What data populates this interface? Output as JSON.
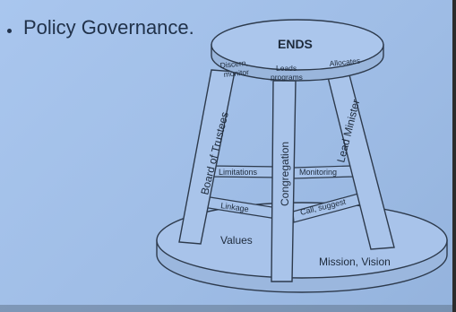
{
  "slide": {
    "title": "Policy Governance."
  },
  "diagram": {
    "seat_label": "ENDS",
    "base_labels": {
      "values": "Values",
      "mission_vision": "Mission, Vision"
    },
    "legs": {
      "left": "Board of Trustees",
      "center": "Congregation",
      "right": "Lead Minister"
    },
    "seat_rim_labels": {
      "left_line1": "Discern,",
      "left_line2": "monitor",
      "center_line1": "Leads",
      "center_line2": "programs",
      "right": "Allocates"
    },
    "brace_labels": {
      "upper_left": "Limitations",
      "upper_right": "Monitoring",
      "lower_left": "Linkage",
      "lower_right": "Call, suggest"
    }
  }
}
